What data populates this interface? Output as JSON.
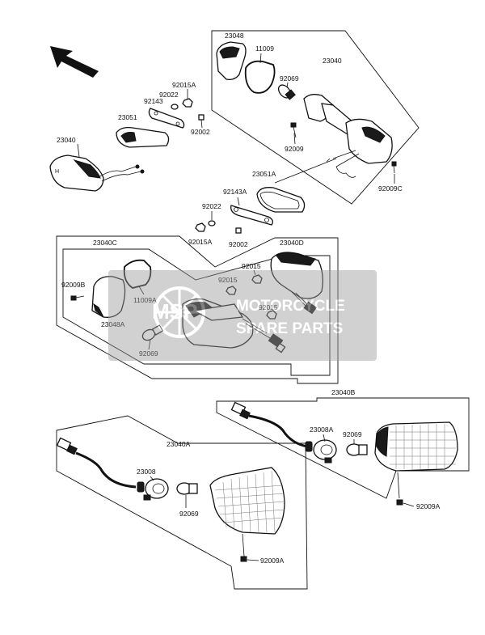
{
  "watermark": {
    "logo_text": "MSP",
    "line1": "MOTORCYCLE",
    "line2": "SPARE PARTS"
  },
  "labels": {
    "l23048": "23048",
    "l11009": "11009",
    "l23040_top": "23040",
    "l92015A_top": "92015A",
    "l92022_top": "92022",
    "l92143": "92143",
    "l23051": "23051",
    "l92069_top": "92069",
    "l23040_left": "23040",
    "l92002_top": "92002",
    "l92009": "92009",
    "l92009C": "92009C",
    "l23051A": "23051A",
    "l92143A": "92143A",
    "l92022_mid": "92022",
    "l92015A_mid": "92015A",
    "l92002_mid": "92002",
    "l23040C": "23040C",
    "l23040D": "23040D",
    "l92015_a": "92015",
    "l92015_b": "92015",
    "l92015_c": "92015",
    "l92009B": "92009B",
    "l11009A": "11009A",
    "l23048A": "23048A",
    "l92069_mid": "92069",
    "l23040B": "23040B",
    "l23008A": "23008A",
    "l92069_right": "92069",
    "l92009A_right": "92009A",
    "l23040A": "23040A",
    "l23008": "23008",
    "l92069_low": "92069",
    "l92009A_low": "92009A"
  }
}
